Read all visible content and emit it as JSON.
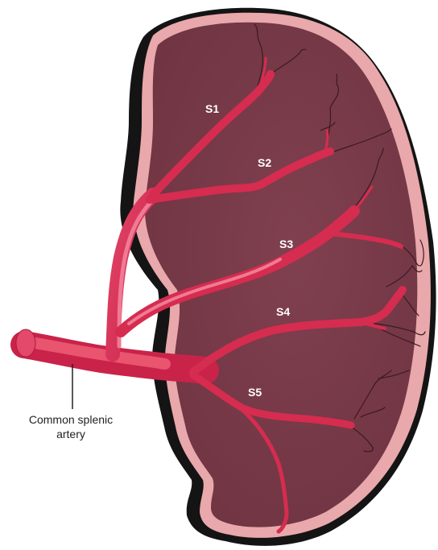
{
  "colors": {
    "capsule_shadow": "#141414",
    "capsule_rim": "#e9a8ab",
    "parenchyma": "#7a3a48",
    "parenchyma_dark": "#6a303d",
    "artery": "#d62c4f",
    "artery_highlight": "#f07a93",
    "artery_edge": "#a81e3c",
    "vessel_fine": "#3a1a20"
  },
  "segments": [
    {
      "label": "S1"
    },
    {
      "label": "S2"
    },
    {
      "label": "S3"
    },
    {
      "label": "S4"
    },
    {
      "label": "S5"
    }
  ],
  "callout": {
    "line1": "Common splenic",
    "line2": "artery"
  }
}
